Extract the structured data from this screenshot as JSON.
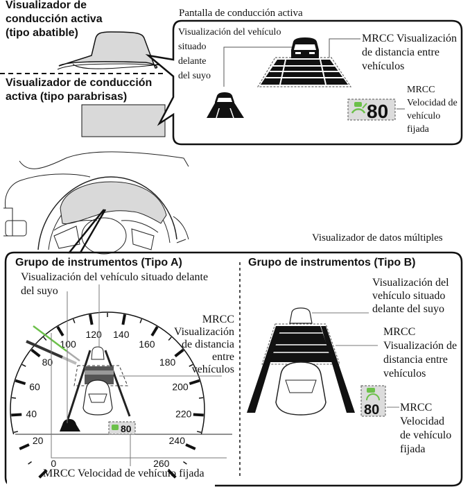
{
  "top_left": {
    "hud_flip_label": "Visualizador de conducción activa (tipo abatible)",
    "hud_flip_lines": [
      "Visualizador de",
      "conducción activa",
      "(tipo abatible)"
    ],
    "hud_windshield_lines": [
      "Visualizador de conducción",
      "activa (tipo parabrisas)"
    ]
  },
  "active_driving_display": {
    "title": "Pantalla de conducción activa",
    "vehicle_ahead_lines": [
      "Visualización del vehículo",
      "situado",
      "delante",
      "del suyo"
    ],
    "distance_lines": [
      "MRCC Visualización",
      "de distancia entre",
      "vehículos"
    ],
    "set_speed_lines": [
      "MRCC",
      "Velocidad de",
      "vehículo",
      "fijada"
    ],
    "set_speed_value": "80"
  },
  "multi_info_display": {
    "title": "Visualizador de datos múltiples"
  },
  "cluster_a": {
    "title": "Grupo de instrumentos (Tipo A)",
    "vehicle_ahead_lines": [
      "Visualización del vehículo situado delante",
      "del suyo"
    ],
    "distance_lines": [
      "MRCC",
      "Visualización",
      "de distancia",
      "entre",
      "vehículos"
    ],
    "set_speed_label": "MRCC Velocidad de vehículo fijada",
    "set_speed_value": "80",
    "speedometer_ticks": [
      "0",
      "20",
      "40",
      "60",
      "80",
      "100",
      "120",
      "140",
      "160",
      "180",
      "200",
      "220",
      "240",
      "260"
    ]
  },
  "cluster_b": {
    "title": "Grupo de instrumentos (Tipo B)",
    "vehicle_ahead_lines": [
      "Visualización del",
      "vehículo situado",
      "delante del suyo"
    ],
    "distance_lines": [
      "MRCC",
      "Visualización de",
      "distancia entre",
      "vehículos"
    ],
    "set_speed_lines": [
      "MRCC",
      "Velocidad",
      "de vehículo",
      "fijada"
    ],
    "set_speed_value": "80"
  },
  "colors": {
    "accent_green": "#6cc04a",
    "display_gray": "#d9d9d9",
    "speed_box_bg": "#dcdcdc"
  }
}
